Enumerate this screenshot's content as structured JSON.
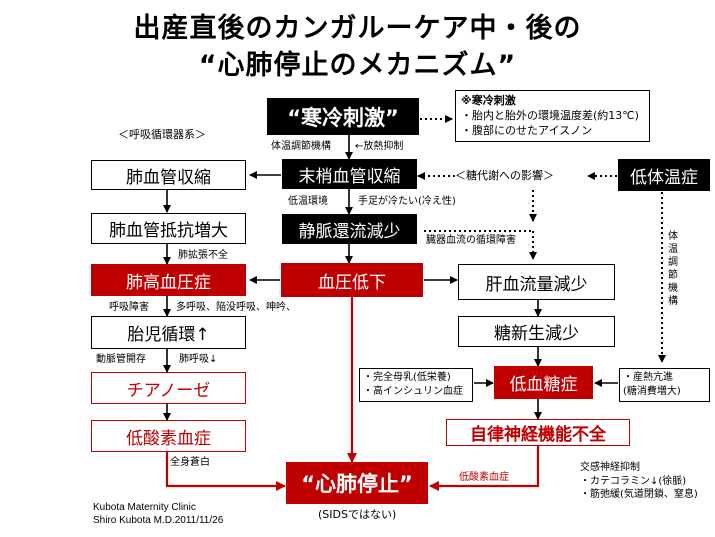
{
  "title": {
    "line1": "出産直後のカンガルーケア中・後の",
    "line2": "“心肺停止のメカニズム”"
  },
  "nodes": {
    "cold_stimulus": "“寒冷刺激”",
    "peripheral_vasoconstriction": "末梢血管収縮",
    "venous_return_decrease": "静脈還流減少",
    "bp_decrease": "血圧低下",
    "pulmonary_vasoconstriction": "肺血管収縮",
    "pulmonary_resistance": "肺血管抵抗増大",
    "pulmonary_hypertension": "肺高血圧症",
    "fetal_circulation": "胎児循環↑",
    "cyanosis": "チアノーゼ",
    "hypoxemia": "低酸素血症",
    "cardiac_arrest": "“心肺停止”",
    "hypothermia": "低体温症",
    "liver_blood_flow": "肝血流量減少",
    "gluconeogenesis": "糖新生減少",
    "hypoglycemia": "低血糖症",
    "autonomic_failure": "自律神経機能不全"
  },
  "note_box": {
    "heading": "※寒冷刺激",
    "line1": "・胎内と胎外の環境温度差(約13℃)",
    "line2": "・腹部にのせたアイスノン"
  },
  "labels": {
    "respiratory_system": "＜呼吸循環器系＞",
    "thermoregulation": "体温調節機構",
    "heat_dissipation": "←放熱抑制",
    "glucose_metabolism": "＜糖代謝への影響＞",
    "low_temp_env": "低温環境",
    "cold_limbs": "手足が冷たい(冷え性)",
    "organ_circulation": "臓器血流の循環障害",
    "lung_expansion": "肺拡張不全",
    "breathing_disorder": "呼吸障害",
    "breathing_types": "多呼吸、陥没呼吸、呻吟、",
    "ductus_patency": "動脈管開存",
    "lung_breathing": "肺呼吸↓",
    "generalized_pallor": "全身蒼白",
    "hypoxemia_small": "低酸素血症",
    "not_sids": "(SIDSではない)",
    "vertical_thermo": [
      "体",
      "温",
      "調",
      "節",
      "機",
      "構"
    ],
    "feeding_1": "・完全母乳(低栄養)",
    "feeding_2": "・高インシュリン血症",
    "heat_1": "・産熱亢進",
    "heat_2": "(糖消費増大)",
    "sympathetic": "交感神経抑制",
    "catecholamine": "・カテコラミン↓(徐脈)",
    "muscle_relax": "・筋弛緩(気道閉鎖、窒息)"
  },
  "credit": {
    "line1": "Kubota   Maternity   Clinic",
    "line2": "Shiro Kubota M.D.2011/11/26"
  },
  "colors": {
    "red": "#c00000",
    "black": "#000000",
    "white": "#ffffff"
  }
}
